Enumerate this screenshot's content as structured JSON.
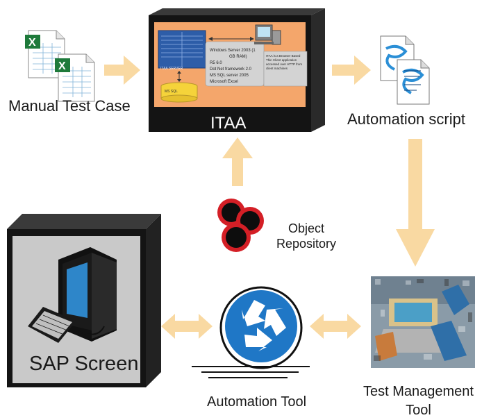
{
  "nodes": {
    "manual_test_case": {
      "label": "Manual Test Case"
    },
    "itaa": {
      "label": "ITAA",
      "screen_lines": [
        "Windows Server 2003 (1",
        "GB RAM)",
        "R5 6.0",
        "Dot Net framework 2.0",
        "MS SQL server 2005",
        "Microsoft Excel"
      ],
      "note": "ITAA is a Browser Based Thin Client application accessed over HTTP from client machines",
      "db_label": "MS SQL",
      "server_label": "ITAA SERVER"
    },
    "automation_script": {
      "label": "Automation script"
    },
    "object_repository": {
      "label_line1": "Object",
      "label_line2": "Repository"
    },
    "sap_screen": {
      "label": "SAP Screen"
    },
    "automation_tool": {
      "label": "Automation Tool"
    },
    "test_management_tool": {
      "label_line1": "Test Management",
      "label_line2": "Tool"
    }
  },
  "colors": {
    "arrow": "#f9d9a2",
    "itaa_screen": "#f4a66b",
    "box_black": "#141414",
    "sap_screen_bg": "#c9c9c9",
    "object_repo_red": "#d41f26",
    "recycle_blue": "#1f77c6",
    "excel_green": "#1e7a3b"
  }
}
